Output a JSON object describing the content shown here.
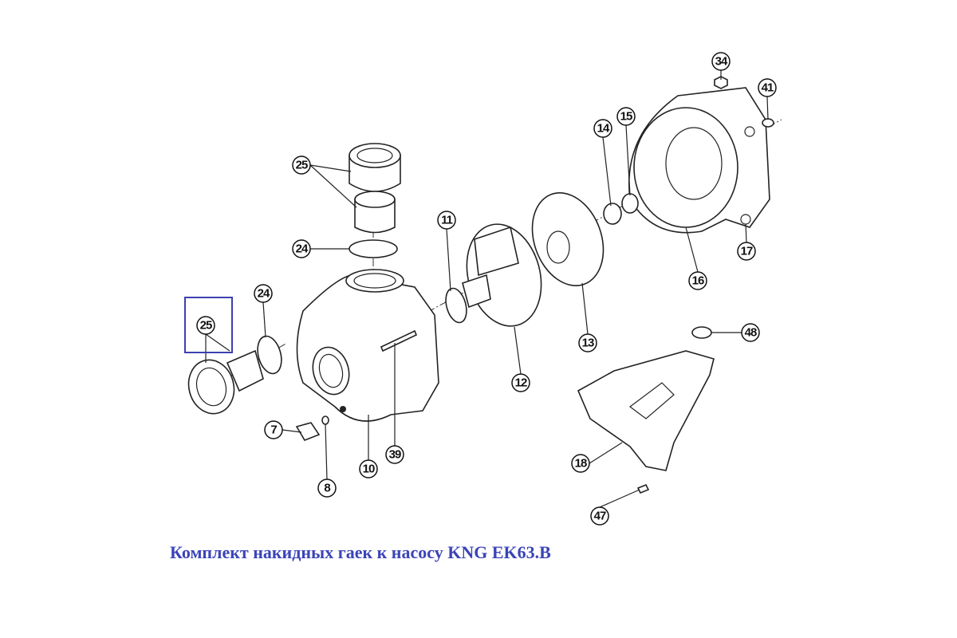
{
  "caption": "Комплект накидных гаек к насосу KNG EK63.B",
  "highlight_color": "#3c40b0",
  "callouts": {
    "c34": "34",
    "c41": "41",
    "c14": "14",
    "c15": "15",
    "c25_top": "25",
    "c24_top": "24",
    "c11": "11",
    "c24_left": "24",
    "c25_box": "25",
    "c12": "12",
    "c13": "13",
    "c16": "16",
    "c17": "17",
    "c48": "48",
    "c18": "18",
    "c47": "47",
    "c7": "7",
    "c8": "8",
    "c10": "10",
    "c39": "39"
  }
}
